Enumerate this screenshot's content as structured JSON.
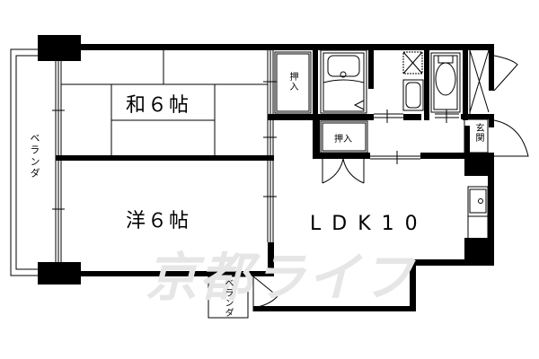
{
  "floor_plan": {
    "watermark": "京都ライフ",
    "rooms": {
      "washitsu": "和６帖",
      "youshitsu": "洋６帖",
      "ldk": "LDK10"
    },
    "labels": {
      "balcony_west": "ベランダ",
      "balcony_south": "ベランダ",
      "closet_top": "押入",
      "closet_mid": "押入",
      "entrance": "玄関"
    },
    "colors": {
      "wall": "#000000",
      "background": "#ffffff",
      "watermark": "#e6e6e6"
    }
  }
}
